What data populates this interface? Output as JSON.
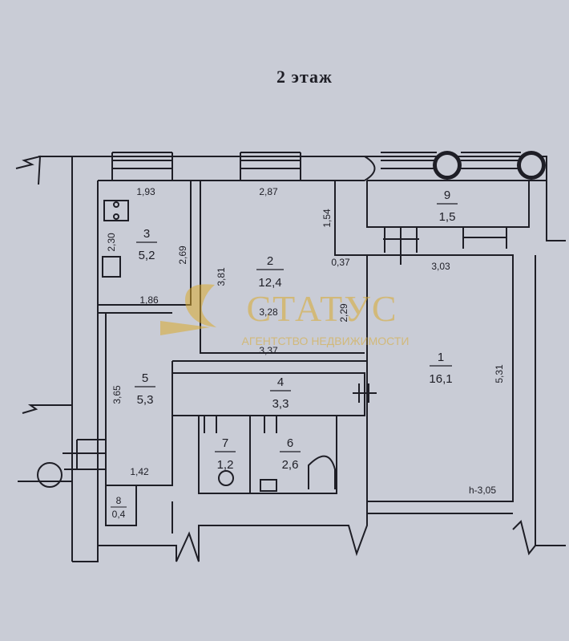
{
  "title": "2 этаж",
  "rooms": [
    {
      "number": "1",
      "area": "16,1"
    },
    {
      "number": "2",
      "area": "12,4"
    },
    {
      "number": "3",
      "area": "5,2"
    },
    {
      "number": "4",
      "area": "3,3"
    },
    {
      "number": "5",
      "area": "5,3"
    },
    {
      "number": "6",
      "area": "2,6"
    },
    {
      "number": "7",
      "area": "1,2"
    },
    {
      "number": "8",
      "area": "0,4"
    },
    {
      "number": "9",
      "area": "1,5"
    }
  ],
  "dimensions": [
    "1,93",
    "2,87",
    "1,54",
    "2,30",
    "2,69",
    "3,81",
    "0,37",
    "3,03",
    "1,86",
    "3,28",
    "2,29",
    "3,37",
    "5,31",
    "3,65",
    "1,42"
  ],
  "height_label": "h-3,05",
  "watermark": {
    "brand": "СТАТУС",
    "tagline": "АГЕНТСТВО НЕДВИЖИМОСТИ",
    "color": "#d9a92e"
  },
  "colors": {
    "paper": "#c9ccd6",
    "ink": "#1e1e26"
  }
}
